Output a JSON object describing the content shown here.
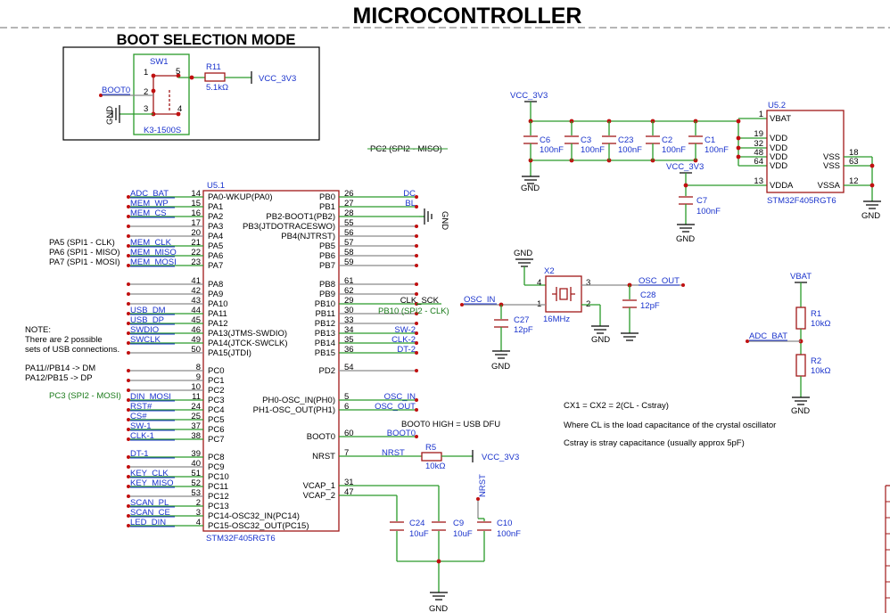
{
  "title": "MICROCONTROLLER",
  "boot_title": "BOOT SELECTION MODE",
  "sw1": {
    "ref": "SW1",
    "part": "K3-1500S",
    "p1": "1",
    "p2": "2",
    "p3": "3",
    "p4": "4",
    "p5": "5"
  },
  "r11": {
    "ref": "R11",
    "val": "5.1kΩ"
  },
  "net": {
    "vcc": "VCC_3V3",
    "gnd": "GND",
    "boot0": "BOOT0",
    "nrst": "NRST",
    "vbat": "VBAT",
    "adc_bat": "ADC_BAT",
    "osc_in": "OSC_IN",
    "osc_out": "OSC_OUT"
  },
  "pc2_note": "PC2 (SPI2 - MISO)",
  "u51": {
    "ref": "U5.1",
    "part": "STM32F405RGT6"
  },
  "u52": {
    "ref": "U5.2",
    "part": "STM32F405RGT6"
  },
  "left_pins": [
    {
      "num": "14",
      "name": "PA0-WKUP(PA0)",
      "net": "ADC_BAT"
    },
    {
      "num": "15",
      "name": "PA1",
      "net": "MEM_WP"
    },
    {
      "num": "16",
      "name": "PA2",
      "net": "MEM_CS"
    },
    {
      "num": "17",
      "name": "PA3",
      "net": ""
    },
    {
      "num": "20",
      "name": "PA4",
      "net": ""
    },
    {
      "num": "21",
      "name": "PA5",
      "net": "MEM_CLK"
    },
    {
      "num": "22",
      "name": "PA6",
      "net": "MEM_MISO"
    },
    {
      "num": "23",
      "name": "PA7",
      "net": "MEM_MOSI"
    },
    {
      "num": "41",
      "name": "PA8",
      "net": ""
    },
    {
      "num": "42",
      "name": "PA9",
      "net": ""
    },
    {
      "num": "43",
      "name": "PA10",
      "net": ""
    },
    {
      "num": "44",
      "name": "PA11",
      "net": "USB_DM"
    },
    {
      "num": "45",
      "name": "PA12",
      "net": "USB_DP"
    },
    {
      "num": "46",
      "name": "PA13(JTMS-SWDIO)",
      "net": "SWDIO"
    },
    {
      "num": "49",
      "name": "PA14(JTCK-SWCLK)",
      "net": "SWCLK"
    },
    {
      "num": "50",
      "name": "PA15(JTDI)",
      "net": ""
    },
    {
      "num": "8",
      "name": "PC0",
      "net": ""
    },
    {
      "num": "9",
      "name": "PC1",
      "net": ""
    },
    {
      "num": "10",
      "name": "PC2",
      "net": ""
    },
    {
      "num": "11",
      "name": "PC3",
      "net": "DIN_MOSI"
    },
    {
      "num": "24",
      "name": "PC4",
      "net": "RST#"
    },
    {
      "num": "25",
      "name": "PC5",
      "net": "CS#"
    },
    {
      "num": "37",
      "name": "PC6",
      "net": "SW-1"
    },
    {
      "num": "38",
      "name": "PC7",
      "net": "CLK-1"
    },
    {
      "num": "39",
      "name": "PC8",
      "net": "DT-1"
    },
    {
      "num": "40",
      "name": "PC9",
      "net": ""
    },
    {
      "num": "51",
      "name": "PC10",
      "net": "KEY_CLK"
    },
    {
      "num": "52",
      "name": "PC11",
      "net": "KEY_MISO"
    },
    {
      "num": "53",
      "name": "PC12",
      "net": ""
    },
    {
      "num": "2",
      "name": "PC13",
      "net": "SCAN_PL"
    },
    {
      "num": "3",
      "name": "PC14-OSC32_IN(PC14)",
      "net": "SCAN_CE"
    },
    {
      "num": "4",
      "name": "PC15-OSC32_OUT(PC15)",
      "net": "LED_DIN"
    }
  ],
  "right_pins": [
    {
      "num": "26",
      "name": "PB0",
      "net": "DC"
    },
    {
      "num": "27",
      "name": "PB1",
      "net": "BL"
    },
    {
      "num": "28",
      "name": "PB2-BOOT1(PB2)",
      "net": ""
    },
    {
      "num": "55",
      "name": "PB3(JTDOTRACESWO)",
      "net": ""
    },
    {
      "num": "56",
      "name": "PB4(NJTRST)",
      "net": ""
    },
    {
      "num": "57",
      "name": "PB5",
      "net": ""
    },
    {
      "num": "58",
      "name": "PB6",
      "net": ""
    },
    {
      "num": "59",
      "name": "PB7",
      "net": ""
    },
    {
      "num": "61",
      "name": "PB8",
      "net": ""
    },
    {
      "num": "62",
      "name": "PB9",
      "net": ""
    },
    {
      "num": "29",
      "name": "PB10",
      "net": "CLK_SCK"
    },
    {
      "num": "30",
      "name": "PB11",
      "net": ""
    },
    {
      "num": "33",
      "name": "PB12",
      "net": ""
    },
    {
      "num": "34",
      "name": "PB13",
      "net": "SW-2"
    },
    {
      "num": "35",
      "name": "PB14",
      "net": "CLK-2"
    },
    {
      "num": "36",
      "name": "PB15",
      "net": "DT-2"
    },
    {
      "num": "54",
      "name": "PD2",
      "net": ""
    },
    {
      "num": "5",
      "name": "PH0-OSC_IN(PH0)",
      "net": "OSC_IN"
    },
    {
      "num": "6",
      "name": "PH1-OSC_OUT(PH1)",
      "net": "OSC_OUT"
    },
    {
      "num": "60",
      "name": "BOOT0",
      "net": "BOOT0"
    },
    {
      "num": "7",
      "name": "NRST",
      "net": "NRST"
    },
    {
      "num": "31",
      "name": "VCAP_1",
      "net": ""
    },
    {
      "num": "47",
      "name": "VCAP_2",
      "net": ""
    }
  ],
  "pb10_note": "PB10 (SPI2 - CLK)",
  "left_notes": {
    "pa5": "PA5 (SPI1 - CLK)",
    "pa6": "PA6 (SPI1 - MISO)",
    "pa7": "PA7 (SPI1 - MOSI)",
    "pc3": "PC3 (SPI2 - MOSI)"
  },
  "usb_note": [
    "NOTE:",
    "There are 2 possible",
    "sets of USB connections.",
    "",
    "PA11//PB14 -> DM",
    "PA12/PB15 -> DP"
  ],
  "boot_note": "BOOT0 HIGH = USB DFU",
  "r5": {
    "ref": "R5",
    "val": "10kΩ"
  },
  "caps_top": [
    {
      "ref": "C6",
      "val": "100nF"
    },
    {
      "ref": "C3",
      "val": "100nF"
    },
    {
      "ref": "C23",
      "val": "100nF"
    },
    {
      "ref": "C2",
      "val": "100nF"
    },
    {
      "ref": "C1",
      "val": "100nF"
    }
  ],
  "c7": {
    "ref": "C7",
    "val": "100nF"
  },
  "u52_pins": [
    {
      "num": "1",
      "name": "VBAT"
    },
    {
      "num": "19",
      "name": "VDD"
    },
    {
      "num": "32",
      "name": "VDD"
    },
    {
      "num": "48",
      "name": "VDD"
    },
    {
      "num": "64",
      "name": "VDD"
    },
    {
      "num": "13",
      "name": "VDDA"
    },
    {
      "num": "18",
      "name": "VSS"
    },
    {
      "num": "63",
      "name": "VSS"
    },
    {
      "num": "12",
      "name": "VSSA"
    }
  ],
  "x2": {
    "ref": "X2",
    "freq": "16MHz",
    "p1": "1",
    "p2": "2",
    "p3": "3",
    "p4": "4"
  },
  "c27": {
    "ref": "C27",
    "val": "12pF"
  },
  "c28": {
    "ref": "C28",
    "val": "12pF"
  },
  "r1": {
    "ref": "R1",
    "val": "10kΩ"
  },
  "r2": {
    "ref": "R2",
    "val": "10kΩ"
  },
  "vcap_caps": [
    {
      "ref": "C24",
      "val": "10uF"
    },
    {
      "ref": "C9",
      "val": "10uF"
    },
    {
      "ref": "C10",
      "val": "100nF"
    }
  ],
  "formula": [
    "CX1 = CX2 = 2(CL - Cstray)",
    "Where CL is the load capacitance of the crystal oscillator",
    "Cstray is stray capacitance (usually approx 5pF)"
  ]
}
